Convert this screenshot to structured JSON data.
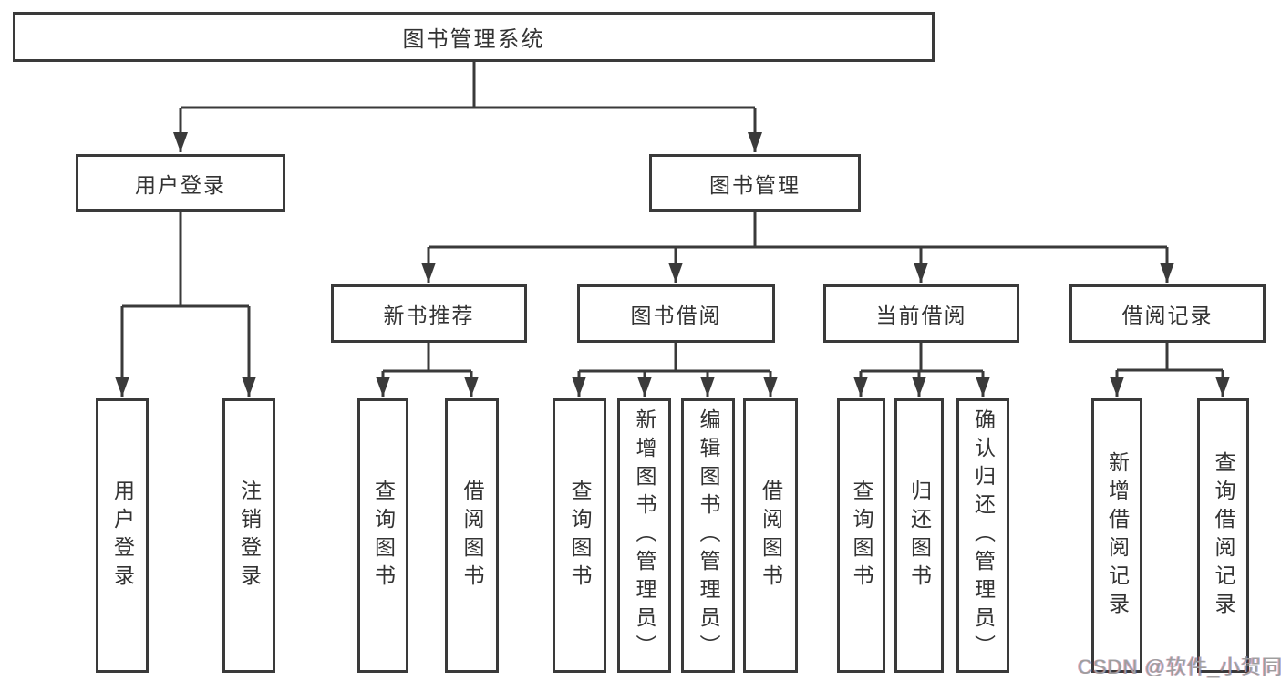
{
  "colors": {
    "line": "#3a3a3a",
    "box_border": "#3a3a3a",
    "box_fill": "#ffffff",
    "text": "#333333",
    "watermark": "#9e9e9e"
  },
  "diagram": {
    "type": "hierarchy-flowchart",
    "root": "图书管理系统",
    "level2": {
      "user_login": "用户登录",
      "book_management": "图书管理"
    },
    "level3": {
      "new_book_recommend": "新书推荐",
      "book_borrow": "图书借阅",
      "current_borrow": "当前借阅",
      "borrow_records": "借阅记录"
    },
    "leaves": {
      "user_login": "用户登录",
      "logout": "注销登录",
      "nbr_query_books": "查询图书",
      "nbr_borrow_books": "借阅图书",
      "bb_query_books": "查询图书",
      "bb_add_books": "新增图书（管理员）",
      "bb_edit_books": "编辑图书（管理员）",
      "bb_borrow_books": "借阅图书",
      "cb_query_books": "查询图书",
      "cb_return_books": "归还图书",
      "cb_confirm_return": "确认归还（管理员）",
      "br_add_record": "新增借阅记录",
      "br_query_record": "查询借阅记录"
    }
  },
  "watermark": "CSDN @软件_小贺同学"
}
